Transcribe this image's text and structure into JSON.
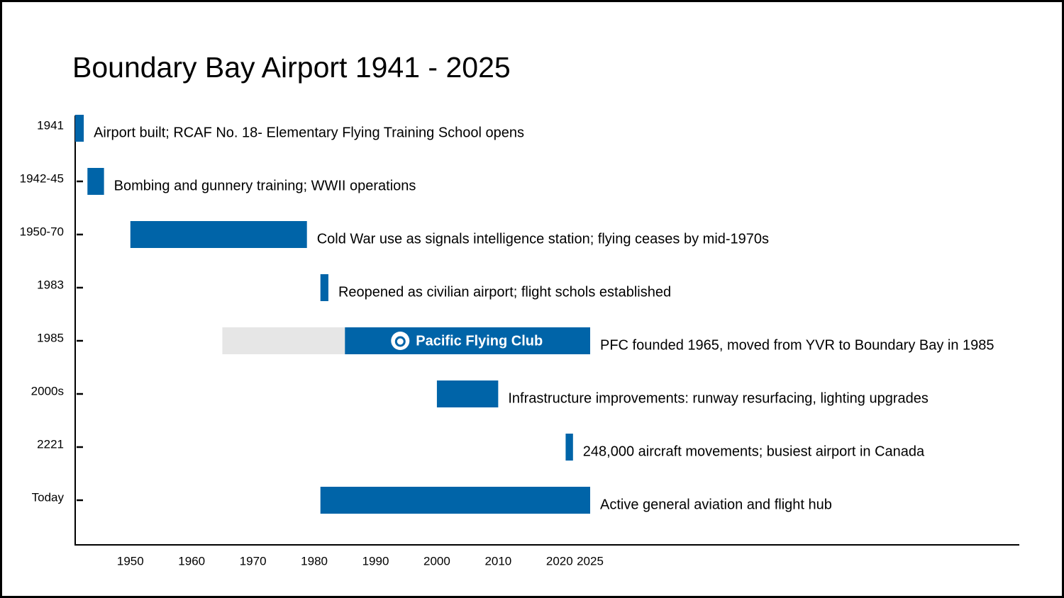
{
  "chart_data": {
    "type": "bar",
    "title": "Boundary Bay Airport 1941 - 2025",
    "xlabel": "",
    "ylabel": "",
    "xlim": [
      1941,
      2095
    ],
    "x_ticks": [
      1950,
      1960,
      1970,
      1980,
      1990,
      2000,
      2010,
      2020,
      2025
    ],
    "bar_color": "#0064a8",
    "highlight_color": "#e6e6e6",
    "categories": [
      "1941",
      "1942-45",
      "1950-70",
      "1983",
      "1985",
      "2000s",
      "2221",
      "Today"
    ],
    "events": [
      {
        "category": "1941",
        "start": 1941,
        "end": 1942.4,
        "label": "Airport built; RCAF No. 18- Elementary Flying Training School opens"
      },
      {
        "category": "1942-45",
        "start": 1943,
        "end": 1945.7,
        "label": "Bombing and gunnery training; WWII operations"
      },
      {
        "category": "1950-70",
        "start": 1950,
        "end": 1978.8,
        "label": "Cold War use as signals intelligence station; flying ceases by mid-1970s"
      },
      {
        "category": "1983",
        "start": 1981,
        "end": 1982.3,
        "label": "Reopened as civilian airport; flight schols established"
      },
      {
        "category": "1985",
        "start": 1985,
        "end": 2025,
        "pre_start": 1965,
        "pre_end": 1985,
        "logo": "Pacific Flying Club",
        "label": "PFC founded 1965, moved from YVR to Boundary Bay in 1985"
      },
      {
        "category": "2000s",
        "start": 2000,
        "end": 2010,
        "label": "Infrastructure improvements: runway resurfacing, lighting upgrades"
      },
      {
        "category": "2221",
        "start": 2021,
        "end": 2022.2,
        "label": "248,000 aircraft movements; busiest airport in Canada"
      },
      {
        "category": "Today",
        "start": 1981,
        "end": 2025,
        "label": "Active general aviation and flight hub"
      }
    ],
    "legend": "none",
    "grid": false
  }
}
